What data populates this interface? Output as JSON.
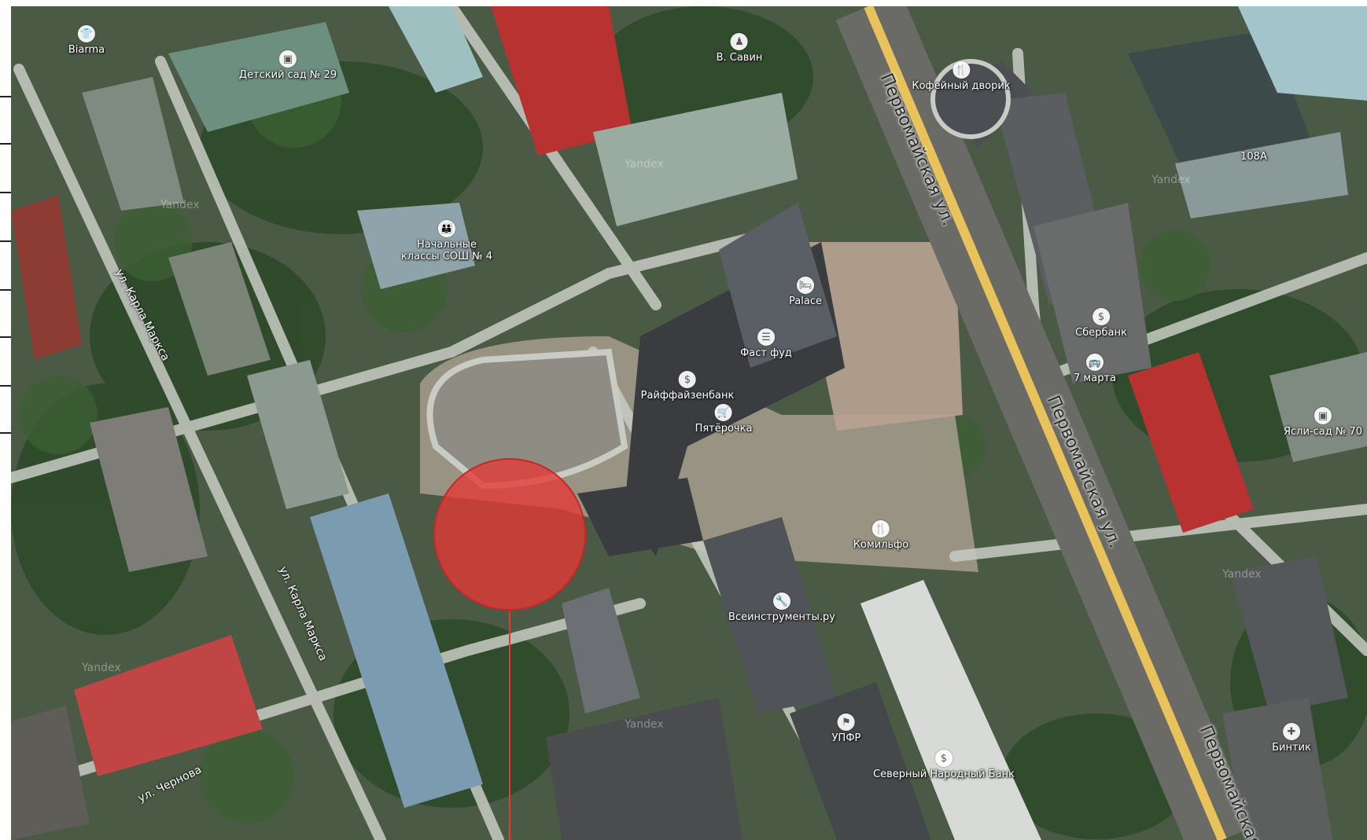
{
  "map": {
    "pois": [
      {
        "id": "biarma",
        "label": "Biarma",
        "icon": "shirt-icon",
        "glyph": "👕"
      },
      {
        "id": "kindergarten29",
        "label": "Детский сад № 29",
        "icon": "kindergarten-icon",
        "glyph": "▣"
      },
      {
        "id": "savin",
        "label": "В. Савин",
        "icon": "monument-icon",
        "glyph": "♟"
      },
      {
        "id": "coffee",
        "label": "Кофейный дворик",
        "icon": "fork-knife-icon",
        "glyph": "🍴"
      },
      {
        "id": "b108a",
        "label": "108А",
        "icon": "",
        "glyph": ""
      },
      {
        "id": "school4",
        "label": "Начальные\nклассы СОШ № 4",
        "icon": "school-icon",
        "glyph": "👪"
      },
      {
        "id": "palace",
        "label": "Palace",
        "icon": "bed-icon",
        "glyph": "🛏"
      },
      {
        "id": "fastfood",
        "label": "Фаст фуд",
        "icon": "burger-icon",
        "glyph": "☰"
      },
      {
        "id": "sberbank",
        "label": "Сбербанк",
        "icon": "dollar-icon",
        "glyph": "$"
      },
      {
        "id": "march7",
        "label": "7 марта",
        "icon": "bus-stop-icon",
        "glyph": "🚌"
      },
      {
        "id": "raiffeisen",
        "label": "Райффайзенбанк",
        "icon": "dollar-icon",
        "glyph": "$"
      },
      {
        "id": "pyaterochka",
        "label": "Пятёрочка",
        "icon": "cart-icon",
        "glyph": "🛒"
      },
      {
        "id": "nursery70",
        "label": "Ясли-сад № 70",
        "icon": "kindergarten-icon",
        "glyph": "▣"
      },
      {
        "id": "komilfo",
        "label": "Комильфо",
        "icon": "fork-knife-icon",
        "glyph": "🍴"
      },
      {
        "id": "vseinstrumenty",
        "label": "Всеинструменты.ру",
        "icon": "tools-icon",
        "glyph": "🔧"
      },
      {
        "id": "upfr",
        "label": "УПФР",
        "icon": "flag-icon",
        "glyph": "⚑"
      },
      {
        "id": "bintik",
        "label": "Бинтик",
        "icon": "pharmacy-icon",
        "glyph": "✚"
      },
      {
        "id": "sevbank",
        "label": "Северный Народный Банк",
        "icon": "dollar-icon",
        "glyph": "$"
      }
    ],
    "streets": [
      {
        "id": "karla1",
        "label": "ул. Карла Маркса"
      },
      {
        "id": "karla2",
        "label": "ул. Карла Маркса"
      },
      {
        "id": "chernova",
        "label": "ул. Чернова"
      },
      {
        "id": "pervomay1",
        "label": "Первомайская ул."
      },
      {
        "id": "pervomay2",
        "label": "Первомайская ул."
      },
      {
        "id": "pervomay3",
        "label": "Первомайская ул."
      }
    ],
    "watermark": "Yandex",
    "colors": {
      "marker": "#e53935",
      "road": "#c8ccc4",
      "main_road": "#e8c25a",
      "roof_red": "#b83232",
      "roof_blue": "#7b9bb0"
    }
  }
}
